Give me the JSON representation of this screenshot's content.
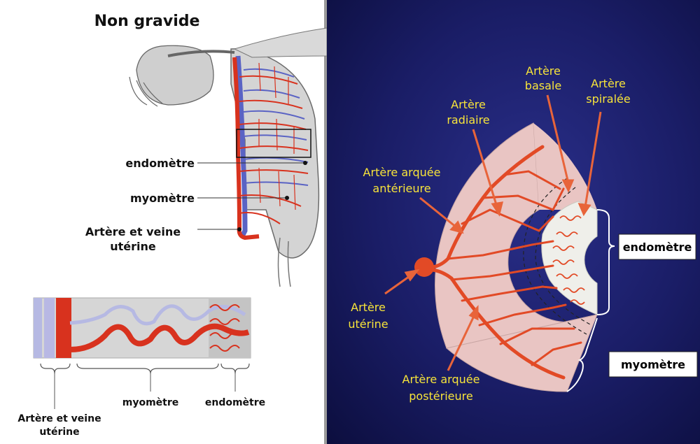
{
  "left_panel": {
    "title": "Non gravide",
    "labels": {
      "endometre": "endomètre",
      "myometre": "myomètre",
      "artere_veine_line1": "Artère et veine",
      "artere_veine_line2": "utérine"
    },
    "detail_labels": {
      "myometre": "myomètre",
      "endometre": "endomètre",
      "artere_veine_line1": "Artère et veine",
      "artere_veine_line2": "utérine"
    }
  },
  "right_panel": {
    "labels": {
      "artere_basale_1": "Artère",
      "artere_basale_2": "basale",
      "artere_spiralee_1": "Artère",
      "artere_spiralee_2": "spiralée",
      "artere_radiaire_1": "Artère",
      "artere_radiaire_2": "radiaire",
      "arquee_ant_1": "Artère arquée",
      "arquee_ant_2": "antérieure",
      "artere_uterine_1": "Artère",
      "artere_uterine_2": "utérine",
      "arquee_post_1": "Artère arquée",
      "arquee_post_2": "postérieure"
    },
    "boxes": {
      "endometre": "endomètre",
      "myometre": "myomètre"
    }
  },
  "colors": {
    "artery": "#d8321e",
    "vein": "#5a63c4",
    "tissue": "#e9c5c3",
    "label_yellow": "#f7e43a",
    "arrow_orange": "#e8643a",
    "background_blue": "#1a1d66"
  }
}
